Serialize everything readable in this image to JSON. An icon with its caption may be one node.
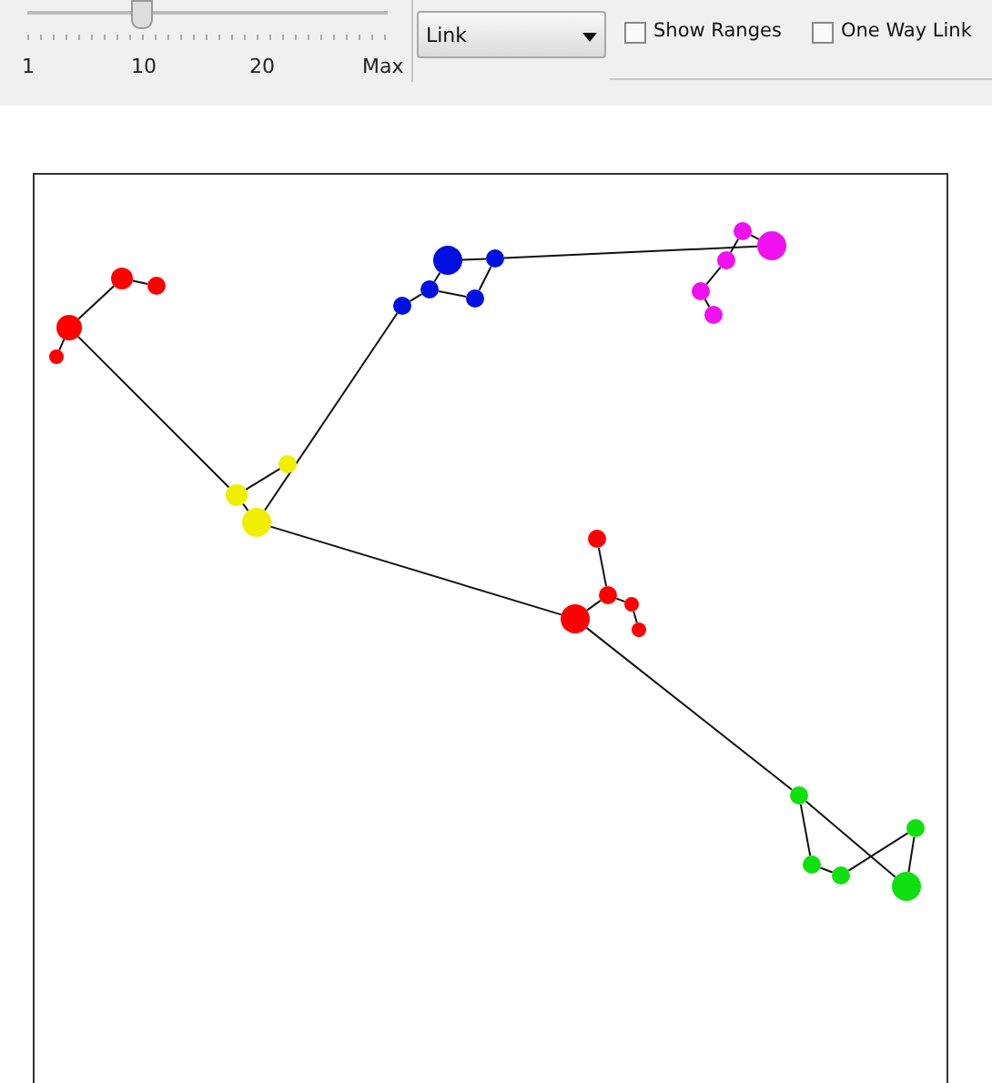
{
  "diagram": {
    "nodes": [
      {
        "text": [],
        "shape": "circle"
      },
      {
        "text": [],
        "shape": "circle"
      },
      {
        "text": [],
        "shape": "circle"
      },
      {
        "text": [],
        "shape": "circle"
      },
      {
        "text": [],
        "shape": "circle"
      },
      {
        "text": [],
        "shape": "circle"
      },
      {
        "text": [],
        "shape": "circle"
      },
      {
        "text": [],
        "shape": "circle"
      },
      {
        "text": [],
        "shape": "circle"
      },
      {
        "text": [],
        "shape": "circle"
      },
      {
        "text": [],
        "shape": "circle"
      },
      {
        "text": [],
        "shape": "circle"
      },
      {
        "text": [],
        "shape": "circle"
      },
      {
        "text": [],
        "shape": "circle"
      },
      {
        "text": [],
        "shape": "circle"
      },
      {
        "text": [],
        "shape": "circle"
      },
      {
        "text": [],
        "shape": "circle"
      },
      {
        "text": [],
        "shape": "circle"
      },
      {
        "text": [],
        "shape": "circle"
      },
      {
        "text": [],
        "shape": "circle"
      },
      {
        "text": [],
        "shape": "circle"
      },
      {
        "text": [],
        "shape": "circle"
      },
      {
        "text": [],
        "shape": "circle"
      },
      {
        "text": [],
        "shape": "circle"
      },
      {
        "text": [],
        "shape": "circle"
      },
      {
        "text": [],
        "shape": "circle"
      },
      {
        "text": [],
        "shape": "circle"
      }
    ],
    "edges": [
      {
        "from": 0,
        "to": 1,
        "arrow": "none"
      },
      {
        "from": 0,
        "to": 2,
        "arrow": "none"
      },
      {
        "from": 2,
        "to": 3,
        "arrow": "none"
      },
      {
        "from": 2,
        "to": 4,
        "arrow": "none"
      },
      {
        "from": 4,
        "to": 6,
        "arrow": "none"
      },
      {
        "from": 4,
        "to": 5,
        "arrow": "none"
      },
      {
        "from": 5,
        "to": 9,
        "arrow": "none"
      },
      {
        "from": 5,
        "to": 19,
        "arrow": "none"
      },
      {
        "from": 7,
        "to": 11,
        "arrow": "none"
      },
      {
        "from": 7,
        "to": 8,
        "arrow": "none"
      },
      {
        "from": 8,
        "to": 9,
        "arrow": "none"
      },
      {
        "from": 8,
        "to": 10,
        "arrow": "none"
      },
      {
        "from": 11,
        "to": 10,
        "arrow": "none"
      },
      {
        "from": 11,
        "to": 12,
        "arrow": "none"
      },
      {
        "from": 13,
        "to": 12,
        "arrow": "none"
      },
      {
        "from": 13,
        "to": 14,
        "arrow": "none"
      },
      {
        "from": 14,
        "to": 15,
        "arrow": "none"
      },
      {
        "from": 15,
        "to": 16,
        "arrow": "none"
      },
      {
        "from": 17,
        "to": 18,
        "arrow": "none"
      },
      {
        "from": 18,
        "to": 19,
        "arrow": "none"
      },
      {
        "from": 18,
        "to": 20,
        "arrow": "none"
      },
      {
        "from": 20,
        "to": 21,
        "arrow": "none"
      },
      {
        "from": 19,
        "to": 22,
        "arrow": "none"
      },
      {
        "from": 22,
        "to": 23,
        "arrow": "none"
      },
      {
        "from": 23,
        "to": 24,
        "arrow": "none"
      },
      {
        "from": 24,
        "to": 25,
        "arrow": "none"
      },
      {
        "from": 25,
        "to": 26,
        "arrow": "none"
      },
      {
        "from": 22,
        "to": 26,
        "arrow": "none"
      }
    ],
    "labels": [
      "1",
      "10",
      "20",
      "Max",
      "Link",
      "Show Ranges",
      "One Way Link"
    ]
  }
}
